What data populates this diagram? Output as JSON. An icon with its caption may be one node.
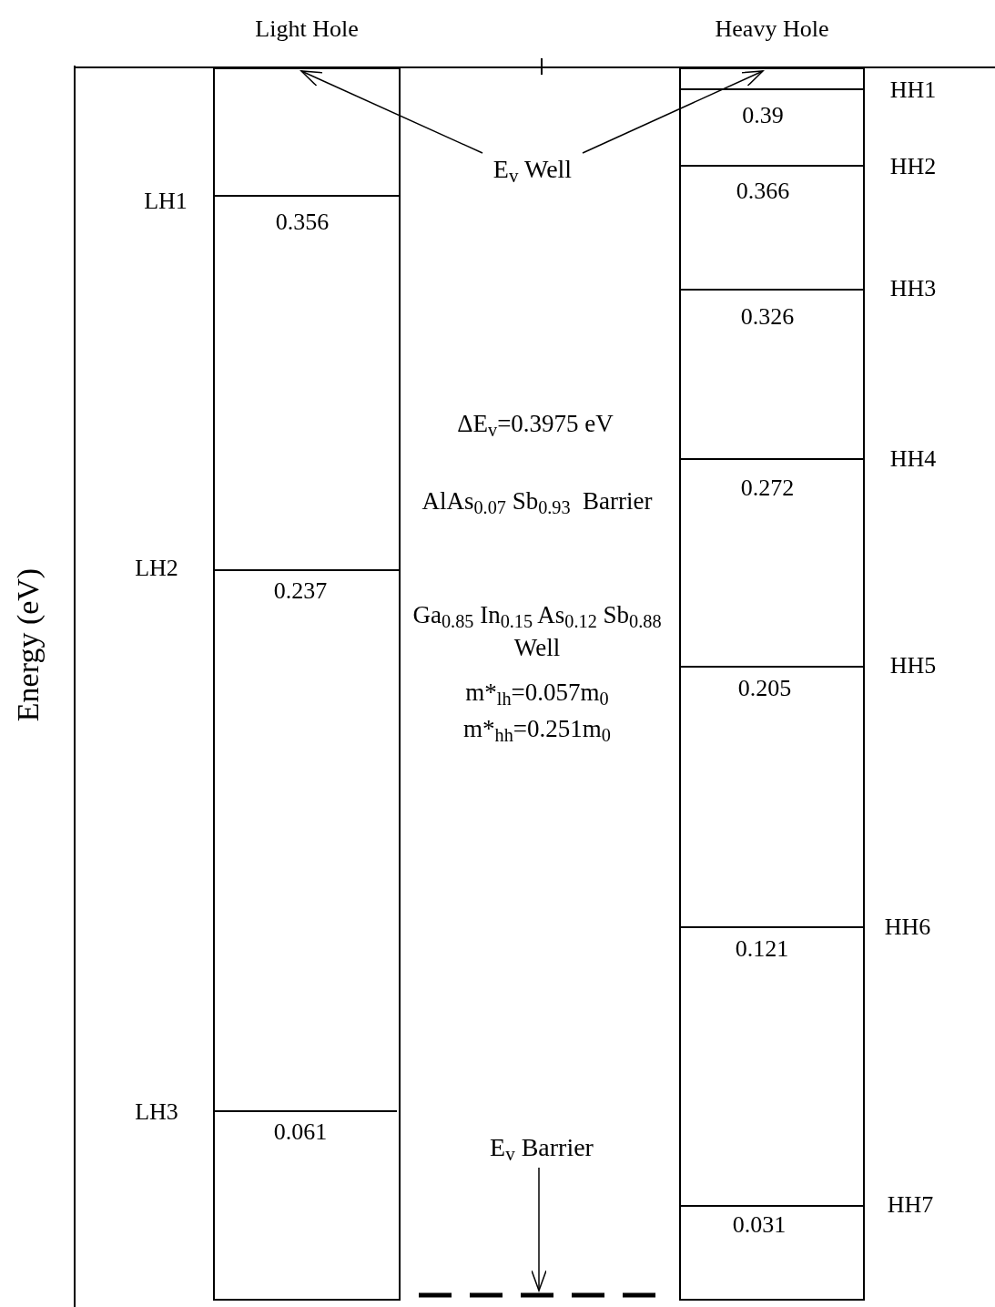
{
  "diagram": {
    "nodes": [
      {
        "text": [
          "Light Hole"
        ]
      },
      {
        "text": [
          "Heavy Hole"
        ]
      },
      {
        "text": [
          "E$_{v}$ Well"
        ]
      },
      {
        "text": [
          "E$_{v}$ Barrier"
        ]
      },
      {
        "text": [],
        "shape": "bar"
      }
    ],
    "edges": [
      {
        "from": 2,
        "to": 0,
        "arrow": "to"
      },
      {
        "from": 2,
        "to": 1,
        "arrow": "to"
      },
      {
        "from": 3,
        "to": 4,
        "arrow": "to"
      }
    ],
    "labels": [
      "Energy (eV)",
      "LH1",
      "0.356",
      "HH1",
      "0.39",
      "HH2",
      "0.366",
      "HH3",
      "0.326",
      "ΔE$_{v}$=0.3975 eV",
      "HH4",
      "0.272",
      "AlAs$_{0.07}$ Sb$_{0.93}$  Barrier",
      "LH2",
      "0.237",
      "Ga$_{0.85}$ In$_{0.15}$ As$_{0.12}$ Sb$_{0.88}$ Well",
      "HH5",
      "0.205",
      "m*$_{lh}$=0.057m$_{0}$",
      "m*$_{hh}$=0.251m$_{0}$",
      "HH6",
      "0.121",
      "LH3",
      "0.061",
      "HH7",
      "0.031"
    ]
  }
}
